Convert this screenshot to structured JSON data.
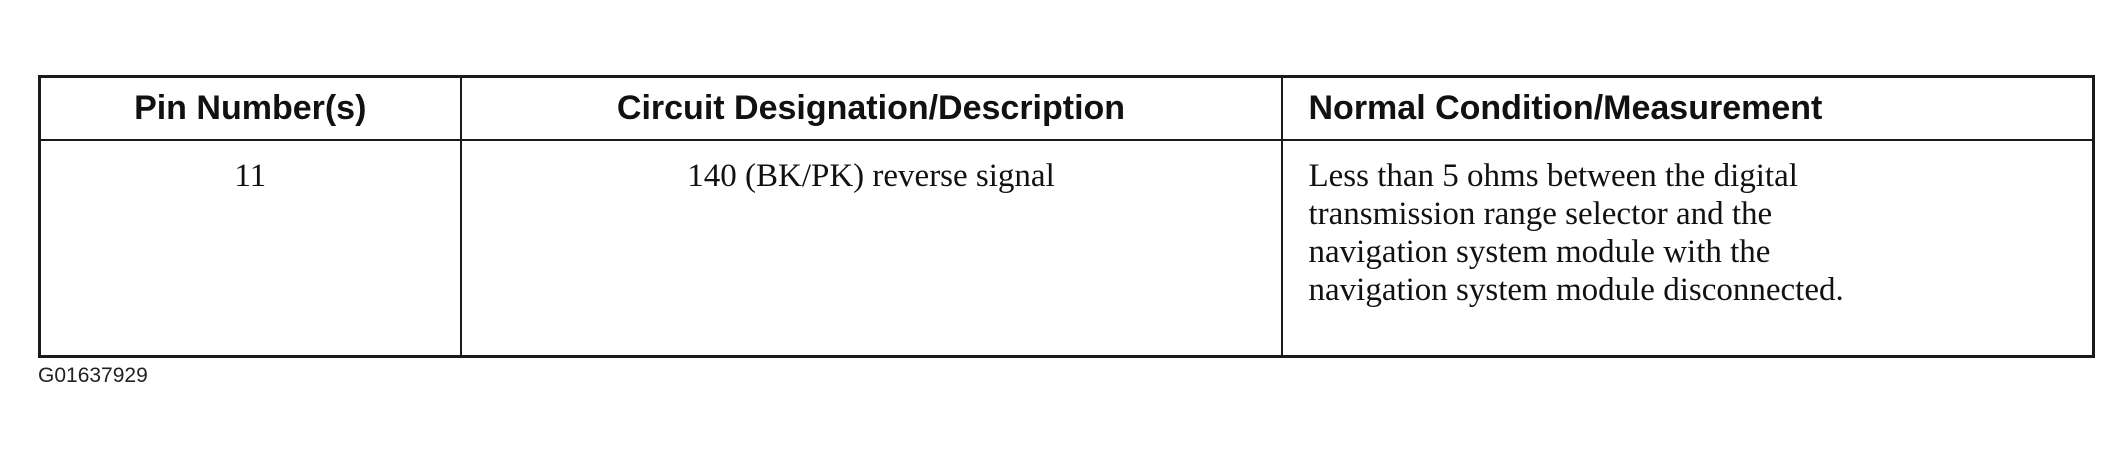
{
  "table": {
    "headers": [
      "Pin Number(s)",
      "Circuit Designation/Description",
      "Normal Condition/Measurement"
    ],
    "rows": [
      {
        "pin": "11",
        "circuit": "140 (BK/PK) reverse signal",
        "condition_lines": [
          "Less than 5 ohms between the digital",
          "transmission range selector and the",
          "navigation system module with the",
          "navigation system module disconnected."
        ]
      }
    ]
  },
  "figure_id": "G01637929"
}
